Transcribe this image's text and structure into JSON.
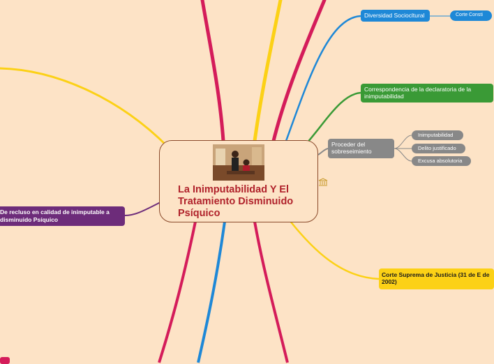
{
  "central": {
    "title": "La Inimputabilidad Y El Tratamiento Disminuido Psíquico",
    "image": "courtroom-photo"
  },
  "nodes": {
    "diversidad": "Diversidad Sociocltural",
    "corte_constitucional": "Corte Consti",
    "correspondencia": "Correspondencia de la declaratoria de la inimputabilidad",
    "proceder": "Proceder del sobreseimiento",
    "inimputabilidad": "Inimputabilidad",
    "delito_justificado": "Delito justificado",
    "excusa_absolutoria": "Excusa absolutoria",
    "corte_suprema": "Corte Suprema de Justicia (31 de E de 2002)",
    "recluso": "De recluso en calidad de inimputable a disminuido Psíquico"
  },
  "icons": {
    "bank": "bank-icon"
  },
  "colors": {
    "background": "#fde3c6",
    "red": "#d41c5a",
    "yellow": "#fcd116",
    "blue": "#1e88d7",
    "green": "#3a9a36",
    "gray": "#888888",
    "purple": "#6d2c7a",
    "title": "#b0222b"
  }
}
